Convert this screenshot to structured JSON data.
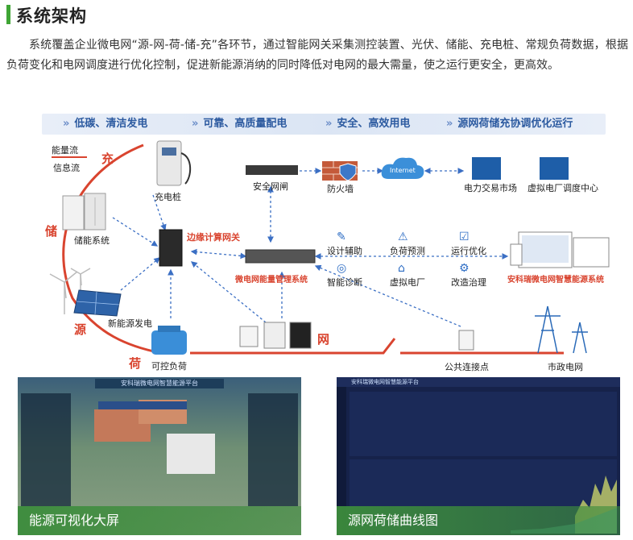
{
  "header": {
    "title": "系统架构",
    "intro": "系统覆盖企业微电网“源-网-荷-储-充”各环节，通过智能网关采集测控装置、光伏、储能、充电桩、常规负荷数据，根据负荷变化和电网调度进行优化控制，促进新能源消纳的同时降低对电网的最大需量，使之运行更安全，更高效。"
  },
  "banner": [
    "低碳、清洁发电",
    "可靠、高质量配电",
    "安全、高效用电",
    "源网荷储充协调优化运行"
  ],
  "legend": {
    "energy": "能量流",
    "info": "信息流"
  },
  "ring_labels": {
    "charge": "充",
    "storage": "储",
    "source": "源",
    "load": "荷",
    "grid": "网"
  },
  "nodes": {
    "charger": "充电桩",
    "storage": "储能系统",
    "pv": "新能源发电",
    "load": "可控负荷",
    "edge_gateway": "边缘计算网关",
    "security_gateway": "安全网闸",
    "firewall": "防火墙",
    "internet": "Internet",
    "power_market": "电力交易市场",
    "vpp_center": "虚拟电厂调度中心",
    "ems": "微电网能量管理系统",
    "platform": "安科瑞微电网智慧能源系统",
    "pcc": "公共连接点",
    "utility_grid": "市政电网"
  },
  "functions": [
    "设计辅助",
    "负荷预测",
    "运行优化",
    "智能诊断",
    "虚拟电厂",
    "改造治理"
  ],
  "screens": {
    "left_caption": "能源可视化大屏",
    "right_caption": "源网荷储曲线图",
    "left_title": "安科瑞微电网智慧能源平台",
    "right_title": "安科瑞微电网智慧能源平台"
  },
  "colors": {
    "accent": "#3fa535",
    "energy_flow": "#d9442f",
    "info_flow": "#3b6fc4",
    "banner_text": "#2c5aa0"
  }
}
